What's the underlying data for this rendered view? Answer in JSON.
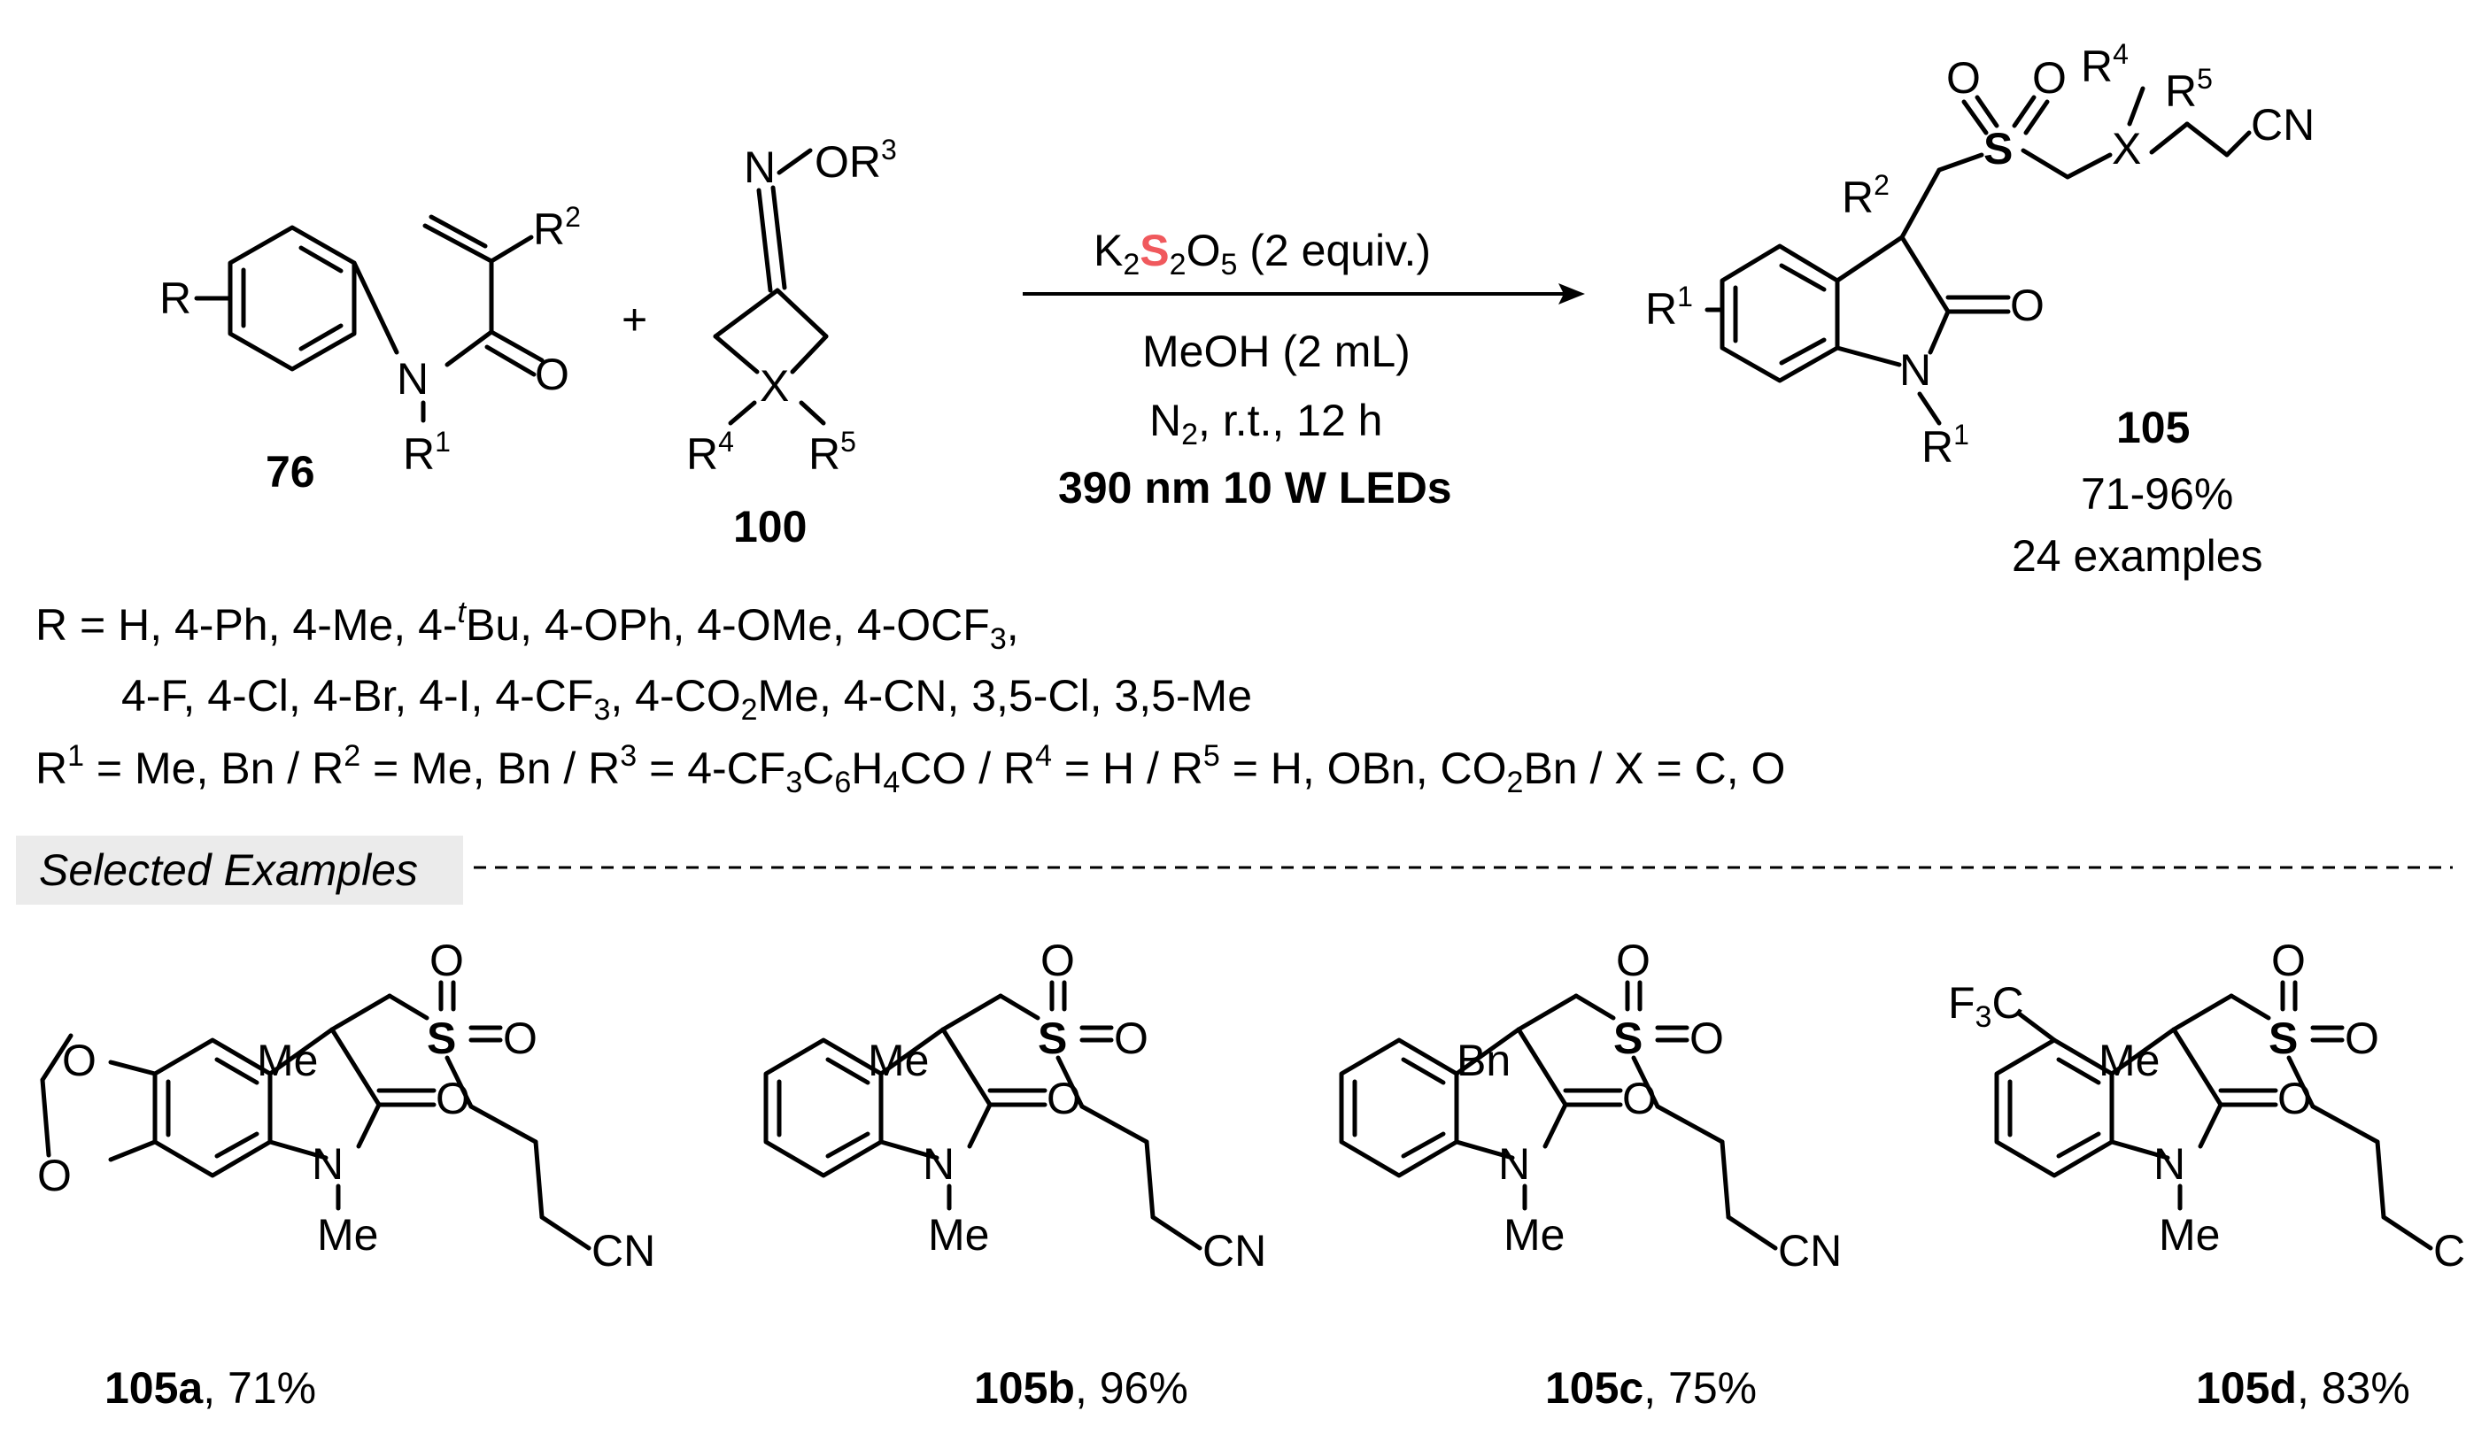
{
  "colors": {
    "sulfur": "#f0595d",
    "text": "#000000",
    "sel_box": "#ebebeb"
  },
  "scheme": {
    "reactant1": {
      "id": "76",
      "R": "R",
      "N": "N",
      "O": "O",
      "R1": "R",
      "R1_sup": "1",
      "R2": "R",
      "R2_sup": "2"
    },
    "plus": "+",
    "reactant2": {
      "id": "100",
      "N": "N",
      "OR3": "OR",
      "OR3_sup": "3",
      "X": "X",
      "R4": "R",
      "R4_sup": "4",
      "R5": "R",
      "R5_sup": "5"
    },
    "conditions": {
      "line1_pre": "K",
      "line1_sub1": "2",
      "line1_S": "S",
      "line1_sub2": "2",
      "line1_O": "O",
      "line1_sub3": "5",
      "line1_post": " (2 equiv.)",
      "line2": "MeOH (2 mL)",
      "line3_pre": "N",
      "line3_sub": "2",
      "line3_post": ", r.t., 12 h",
      "line4": "390 nm 10 W  LEDs"
    },
    "product": {
      "id": "105",
      "yield": "71-96%",
      "examples": "24 examples",
      "R1": "R",
      "R1_sup": "1",
      "R2": "R",
      "R2_sup": "2",
      "R4": "R",
      "R4_sup": "4",
      "R5": "R",
      "R5_sup": "5",
      "S": "S",
      "O": "O",
      "X": "X",
      "CN": "CN",
      "N": "N",
      "Rr": "R",
      "Rr_sup": "1"
    }
  },
  "scope": {
    "line1": "R = H, 4-Ph, 4-Me, 4-",
    "line1_t": "t",
    "line1_b": "Bu, 4-OPh, 4-OMe, 4-OCF",
    "line1_sub": "3",
    "line1_end": ",",
    "line2_a": "4-F, 4-Cl, 4-Br, 4-I, 4-CF",
    "line2_sub1": "3",
    "line2_b": ", 4-CO",
    "line2_sub2": "2",
    "line2_c": "Me, 4-CN, 3,5-Cl, 3,5-Me",
    "line3": [
      {
        "t": "R"
      },
      {
        "sup": "1"
      },
      {
        "t": " = Me, Bn / R"
      },
      {
        "sup": "2"
      },
      {
        "t": " = Me, Bn / R"
      },
      {
        "sup": "3"
      },
      {
        "t": " = 4-CF"
      },
      {
        "sub": "3"
      },
      {
        "t": "C"
      },
      {
        "sub": "6"
      },
      {
        "t": "H"
      },
      {
        "sub": "4"
      },
      {
        "t": "CO / R"
      },
      {
        "sup": "4"
      },
      {
        "t": " = H / R"
      },
      {
        "sup": "5"
      },
      {
        "t": " = H, OBn, CO"
      },
      {
        "sub": "2"
      },
      {
        "t": "Bn / X = C, O"
      }
    ]
  },
  "selected_examples": {
    "title": "Selected Examples",
    "items": [
      {
        "id": "105a",
        "yield": ", 71%",
        "sub": "Me",
        "extra": "dioxole"
      },
      {
        "id": "105b",
        "yield": ", 96%",
        "sub": "Me",
        "extra": ""
      },
      {
        "id": "105c",
        "yield": ", 75%",
        "sub": "Bn",
        "extra": ""
      },
      {
        "id": "105d",
        "yield": ", 83%",
        "sub": "Me",
        "extra": "F3C"
      }
    ],
    "atoms": {
      "O": "O",
      "S": "S",
      "N": "N",
      "Me": "Me",
      "CN": "CN",
      "F3C_F": "F",
      "F3C_sub": "3",
      "F3C_C": "C"
    }
  }
}
